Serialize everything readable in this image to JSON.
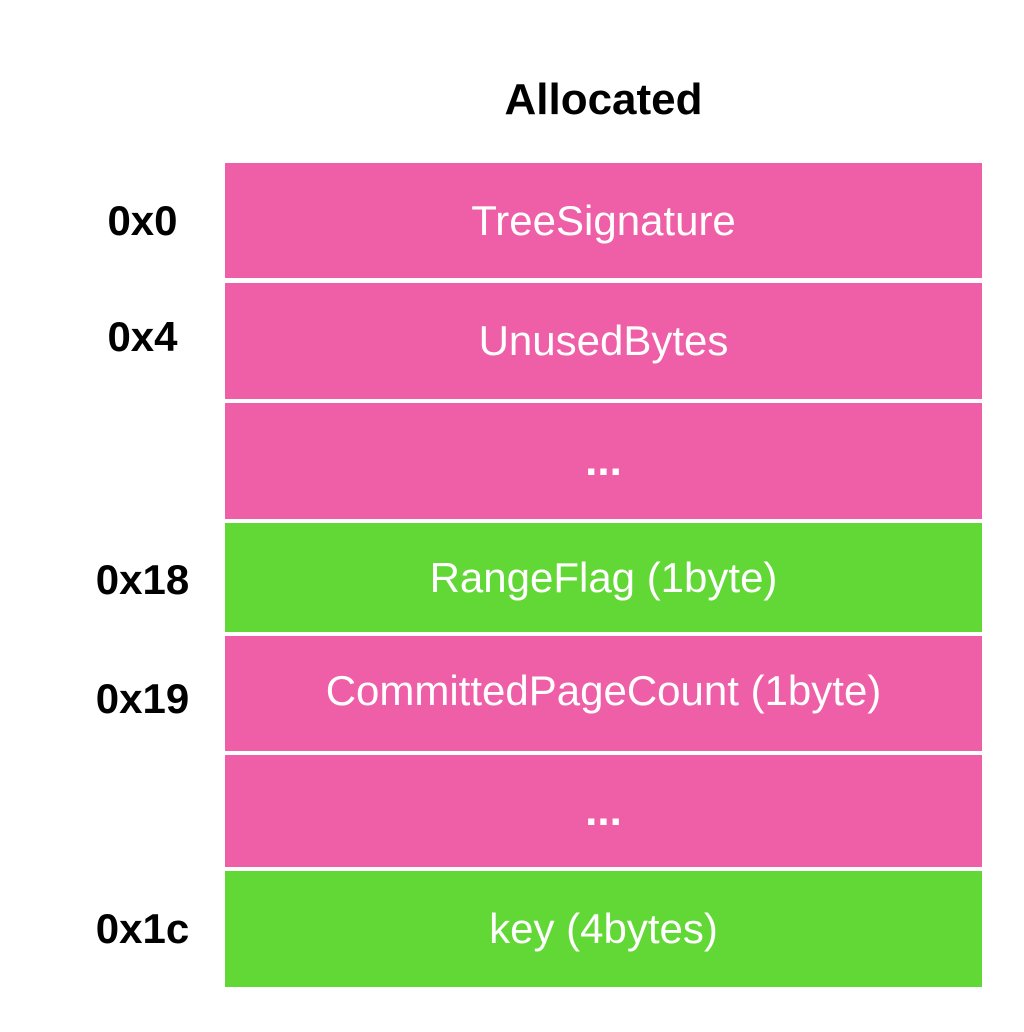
{
  "title": "Allocated",
  "colors": {
    "pink": "#EF5FA7",
    "green": "#62D836",
    "divider": "#ffffff"
  },
  "blocks": [
    {
      "label": "TreeSignature",
      "color": "pink",
      "offset": "0x0"
    },
    {
      "label": "UnusedBytes",
      "color": "pink",
      "offset": "0x4"
    },
    {
      "label": "...",
      "color": "pink",
      "offset": ""
    },
    {
      "label": "RangeFlag (1byte)",
      "color": "green",
      "offset": "0x18"
    },
    {
      "label": "CommittedPageCount (1byte)",
      "color": "pink",
      "offset": "0x19"
    },
    {
      "label": "...",
      "color": "pink",
      "offset": ""
    },
    {
      "label": "key (4bytes)",
      "color": "green",
      "offset": "0x1c"
    }
  ]
}
